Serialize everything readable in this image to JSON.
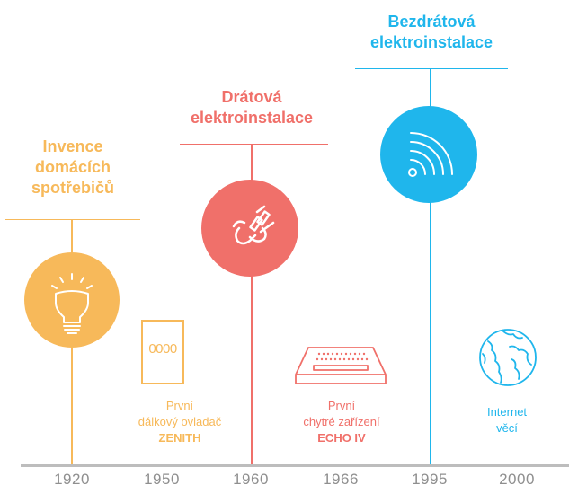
{
  "colors": {
    "orange": "#f7b95a",
    "coral": "#f0706a",
    "blue": "#1fb6ec",
    "axis": "#bdbdbd",
    "year": "#8f8f8f"
  },
  "stages": [
    {
      "lines": [
        "Invence",
        "domácích",
        "spotřebičů"
      ],
      "icon": "lightbulb-icon"
    },
    {
      "lines": [
        "Drátová",
        "elektroinstalace"
      ],
      "icon": "cable-icon"
    },
    {
      "lines": [
        "Bezdrátová",
        "elektroinstalace"
      ],
      "icon": "wifi-icon"
    }
  ],
  "milestones": [
    {
      "lines": [
        "První",
        "dálkový ovladač"
      ],
      "name": "ZENITH",
      "icon": "remote-control-icon",
      "icon_text": "0000"
    },
    {
      "lines": [
        "První",
        "chytré zařízení"
      ],
      "name": "ECHO IV",
      "icon": "keyboard-device-icon"
    },
    {
      "lines": [
        "Internet",
        "věcí"
      ],
      "icon": "globe-icon"
    }
  ],
  "years": [
    "1920",
    "1950",
    "1960",
    "1966",
    "1995",
    "2000"
  ]
}
